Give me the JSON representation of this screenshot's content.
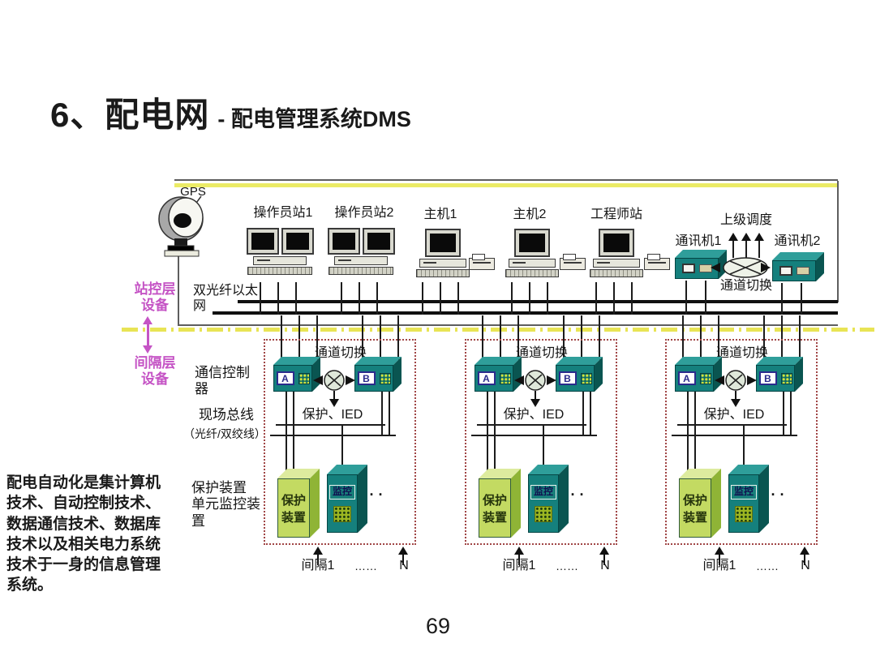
{
  "slide": {
    "title": "6、配电网",
    "subtitle": "- 配电管理系统DMS",
    "page_number": "69",
    "body_text": "配电自动化是集计算机\n技术、自动控制技术、\n数据通信技术、数据库\n技术以及相关电力系统\n技术于一身的信息管理\n系统。"
  },
  "diagram": {
    "gps": "GPS",
    "workstations": [
      {
        "label": "操作员站1"
      },
      {
        "label": "操作员站2"
      },
      {
        "label": "主机1"
      },
      {
        "label": "主机2"
      },
      {
        "label": "工程师站"
      }
    ],
    "upper_dispatch": "上级调度",
    "comm_machine_1": "通讯机1",
    "comm_machine_2": "通讯机2",
    "channel_switch": "通道切换",
    "layer_labels": {
      "station_layer": "站控层\n设备",
      "bay_layer": "间隔层\n设备"
    },
    "ethernet_label": "双光纤以太\n网",
    "comm_controller": "通信控制\n器",
    "field_bus": "现场总线",
    "field_bus_type": "（光纤/双绞线）",
    "protection_unit_label": "保护装置\n单元监控装\n置",
    "bay": {
      "channel_switch": "通道切换",
      "device_a": "A",
      "device_b": "B",
      "protection_ied": "保护、IED",
      "protection_box": "保护\n装置",
      "monitor_box": "监控",
      "ellipsis": "· ·",
      "bay_label": "间隔1",
      "dots": "……",
      "n": "N"
    },
    "colors": {
      "teal": "#15807d",
      "green_box": "#c3da62",
      "pink": "#c554c5",
      "yellow_line": "#ebeb66",
      "bay_border": "#a04545"
    }
  }
}
